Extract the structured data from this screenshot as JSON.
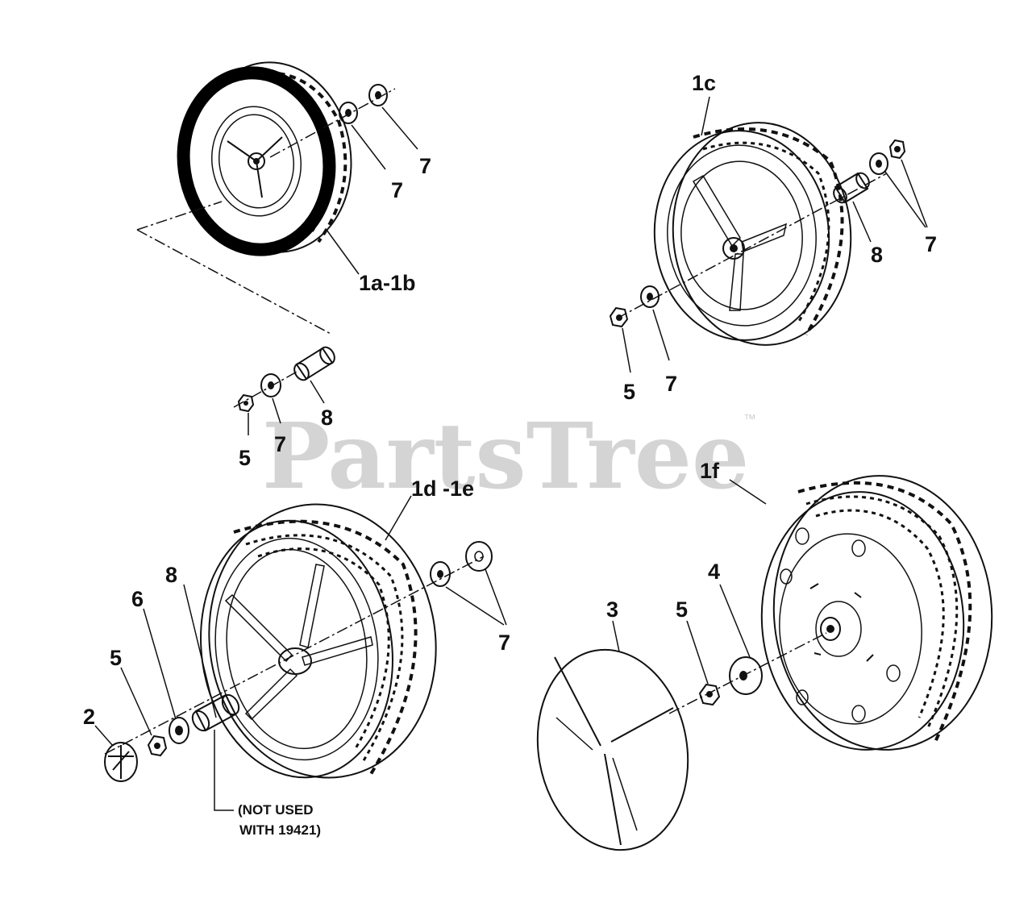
{
  "watermark": {
    "text": "PartsTree",
    "trademark": "™"
  },
  "callouts": {
    "c_1a_1b": "1a-1b",
    "c_7_top_a": "7",
    "c_7_top_b": "7",
    "c_1c": "1c",
    "c_8_right": "8",
    "c_7_right": "7",
    "c_5_right": "5",
    "c_7_right_lower": "7",
    "c_8_mid": "8",
    "c_5_mid": "5",
    "c_7_mid": "7",
    "c_1d_1e": "1d -1e",
    "c_7_bottom": "7",
    "c_8_left": "8",
    "c_6": "6",
    "c_5_left": "5",
    "c_2": "2",
    "c_1f": "1f",
    "c_4": "4",
    "c_3": "3",
    "c_5_lower_right": "5"
  },
  "note": {
    "line1": "(NOT USED",
    "line2": "WITH 19421)"
  },
  "colors": {
    "ink": "#111111",
    "watermark": "#d4d4d4",
    "background": "#ffffff"
  }
}
